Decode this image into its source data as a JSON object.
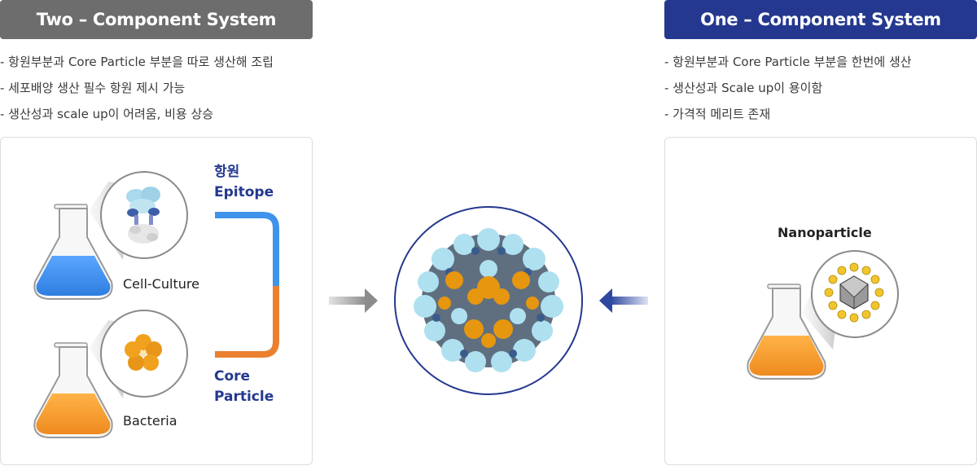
{
  "left": {
    "header": "Two – Component System",
    "bullets": [
      "- 항원부분과 Core Particle 부분을 따로 생산해 조립",
      "- 세포배양 생산 필수 항원 제시 가능",
      "- 생산성과 scale up이 어려움, 비용 상승"
    ],
    "flask_top_label": "Cell-Culture",
    "flask_bottom_label": "Bacteria",
    "epitope_label_ko": "항원",
    "epitope_label_en": "Epitope",
    "core_label_1": "Core",
    "core_label_2": "Particle"
  },
  "right": {
    "header": "One – Component System",
    "bullets": [
      "- 항원부분과 Core Particle 부분을 한번에 생산",
      "- 생산성과 Scale up이 용이함",
      "- 가격적 메리트 존재"
    ],
    "nano_label": "Nanoparticle"
  },
  "colors": {
    "left_header": "#6d6d6d",
    "right_header": "#24388f",
    "blue_liquid": "#3d8ff0",
    "orange_liquid": "#f29a2e",
    "bracket_blue": "#3f93ea",
    "bracket_orange": "#ea8030",
    "label_navy": "#24388f"
  }
}
